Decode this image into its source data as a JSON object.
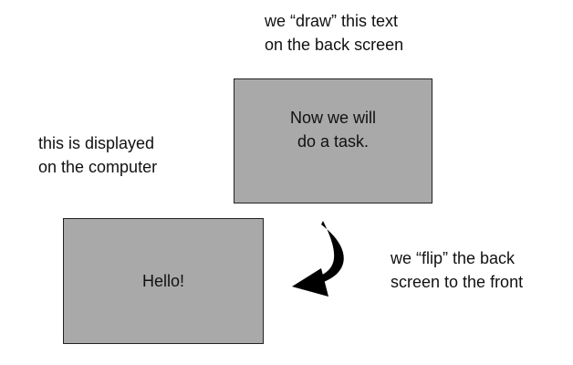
{
  "captions": {
    "back_screen": [
      "we “draw” this text",
      "on the back screen"
    ],
    "computer": [
      "this is displayed",
      "on the computer"
    ],
    "flip": [
      "we “flip” the back",
      "screen to the front"
    ]
  },
  "back_screen": {
    "text": [
      "Now we will",
      "do a task."
    ]
  },
  "front_screen": {
    "text": "Hello!"
  },
  "colors": {
    "screen_fill": "#a9a9a9",
    "border": "#222222",
    "arrow": "#000000"
  },
  "icons": {
    "arrow": "curved-flip-arrow-icon"
  }
}
